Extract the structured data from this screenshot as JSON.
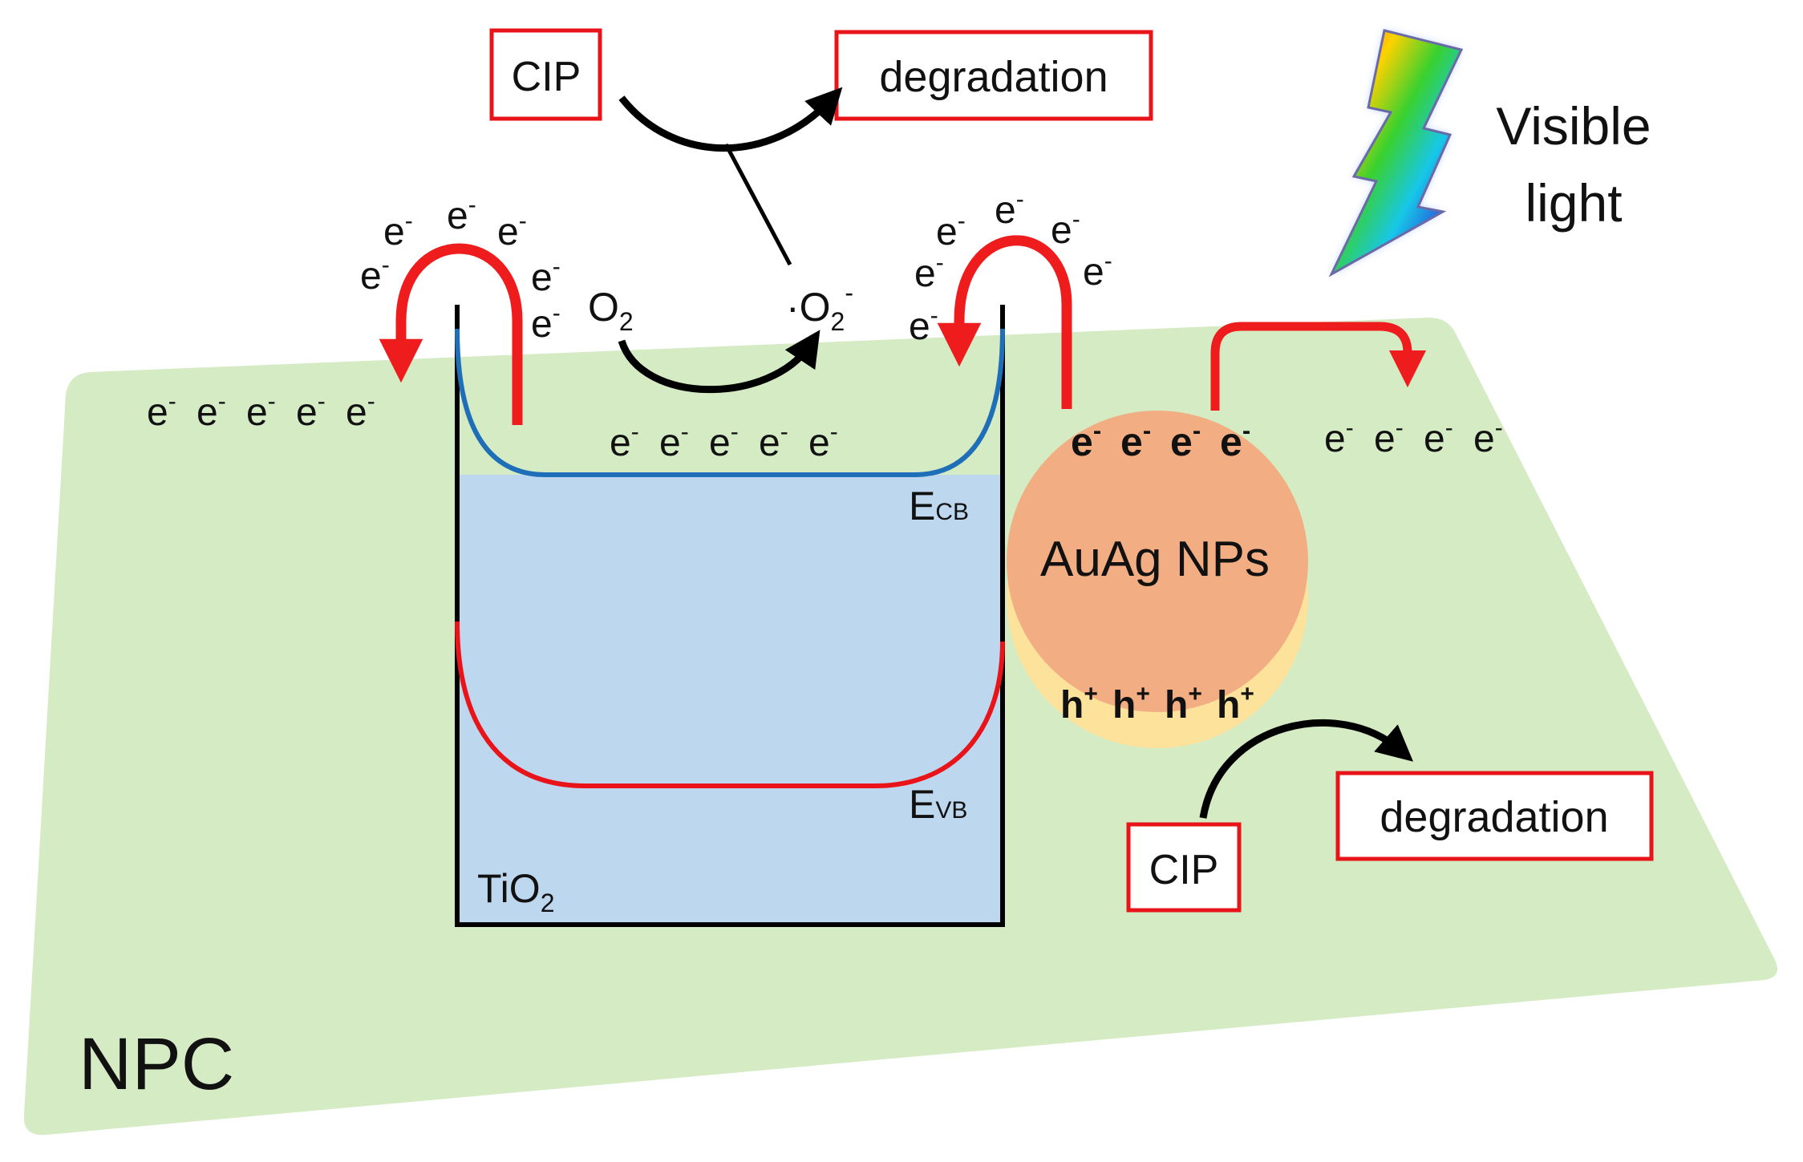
{
  "colors": {
    "substrate": "#d4ebc4",
    "tio2_fill": "#bdd7ee",
    "conduction_band": "#1f6fb8",
    "valence_band": "#e8141a",
    "transfer_arrow": "#ee1c1c",
    "box_border": "#e8141a",
    "reaction_arrow": "#000000",
    "nanoparticle": "#f2ae82",
    "nanoparticle_halo": "#fde29b"
  },
  "icons": {
    "light": "lightning-bolt-icon"
  },
  "substrate": {
    "label": "NPC"
  },
  "tio2": {
    "label_main": "TiO",
    "label_sub": "2",
    "ecb_main": "E",
    "ecb_sub": "CB",
    "evb_main": "E",
    "evb_sub": "VB",
    "band_electrons": [
      "e",
      "e",
      "e",
      "e",
      "e"
    ]
  },
  "electron_sign": "-",
  "hole_sign": "+",
  "left_substrate_electrons": [
    "e",
    "e",
    "e",
    "e",
    "e"
  ],
  "left_arc_electrons": [
    "e",
    "e",
    "e",
    "e",
    "e",
    "e"
  ],
  "right_arc_electrons": [
    "e",
    "e",
    "e",
    "e",
    "e",
    "e"
  ],
  "right_substrate_electrons": [
    "e",
    "e",
    "e",
    "e"
  ],
  "oxygen": {
    "o2_main": "O",
    "o2_sub": "2",
    "radical_prefix": "·O",
    "radical_sub": "2",
    "radical_sup": "-"
  },
  "top_reaction": {
    "reactant": "CIP",
    "product": "degradation"
  },
  "nanoparticle": {
    "label": "AuAg NPs",
    "electrons": [
      "e",
      "e",
      "e",
      "e"
    ],
    "holes": [
      "h",
      "h",
      "h",
      "h"
    ]
  },
  "bottom_reaction": {
    "reactant": "CIP",
    "product": "degradation"
  },
  "light": {
    "line1": "Visible",
    "line2": "light"
  }
}
